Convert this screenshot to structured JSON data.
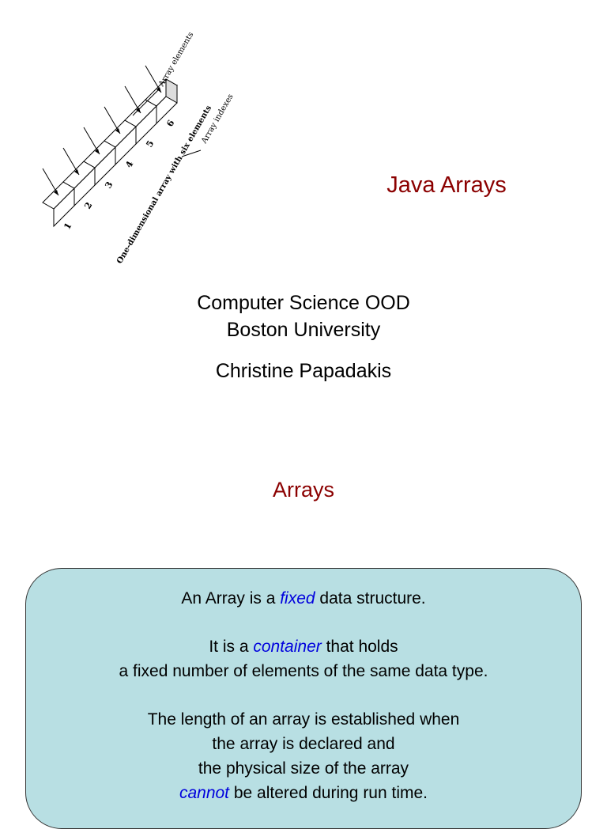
{
  "slide1": {
    "title": "Java Arrays",
    "course": "Computer Science OOD",
    "university": "Boston University",
    "author": "Christine Papadakis",
    "diagram": {
      "label_elements": "Array elements",
      "label_indexes": "Array indexes",
      "label_caption": "One-dimensional array with six elements",
      "indexes": [
        "1",
        "2",
        "3",
        "4",
        "5",
        "6"
      ]
    }
  },
  "slide2": {
    "title": "Arrays",
    "p1": {
      "pre": "An Array is a ",
      "em": "fixed",
      "post": " data structure."
    },
    "p2": {
      "pre": "It is a ",
      "em": "container",
      "post": " that holds"
    },
    "p2_line2": "a fixed number of elements of the same data type.",
    "p3_line1": "The length of an array is established when",
    "p3_line2": "the array is declared and",
    "p3_line3": "the physical size of the array",
    "p3_line4": {
      "em": "cannot",
      "post": " be altered during run time."
    }
  },
  "colors": {
    "title": "#8b0000",
    "emphasis": "#0000dd",
    "box_fill": "#b8dfe3"
  }
}
